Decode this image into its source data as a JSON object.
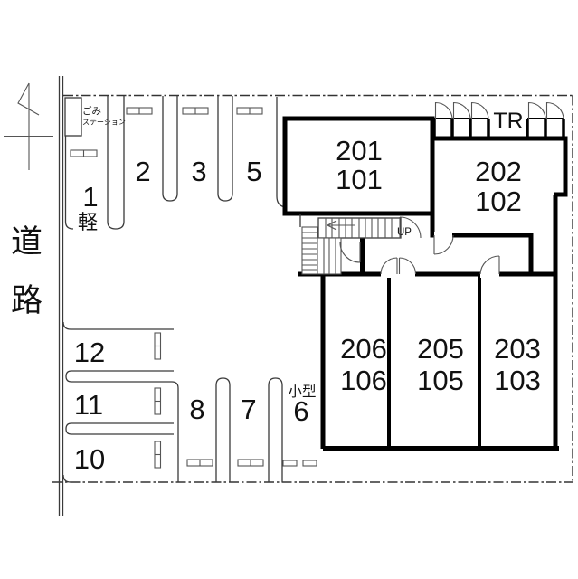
{
  "site": {
    "road_label": "道路",
    "garbage_station": {
      "line1": "ごみ",
      "line2": "ステーション"
    }
  },
  "parking": {
    "spaces": {
      "s1": {
        "number": "1",
        "type_label": "軽"
      },
      "s2": {
        "number": "2"
      },
      "s3": {
        "number": "3"
      },
      "s5": {
        "number": "5"
      },
      "s6": {
        "number": "6",
        "type_label": "小型"
      },
      "s7": {
        "number": "7"
      },
      "s8": {
        "number": "8"
      },
      "s10": {
        "number": "10"
      },
      "s11": {
        "number": "11"
      },
      "s12": {
        "number": "12"
      }
    }
  },
  "building": {
    "trunk_room_label": "TR",
    "stairs_label": "UP",
    "units": {
      "u201": {
        "upper": "201",
        "lower": "101"
      },
      "u202": {
        "upper": "202",
        "lower": "102"
      },
      "u203": {
        "upper": "203",
        "lower": "103"
      },
      "u205": {
        "upper": "205",
        "lower": "105"
      },
      "u206": {
        "upper": "206",
        "lower": "106"
      }
    }
  }
}
